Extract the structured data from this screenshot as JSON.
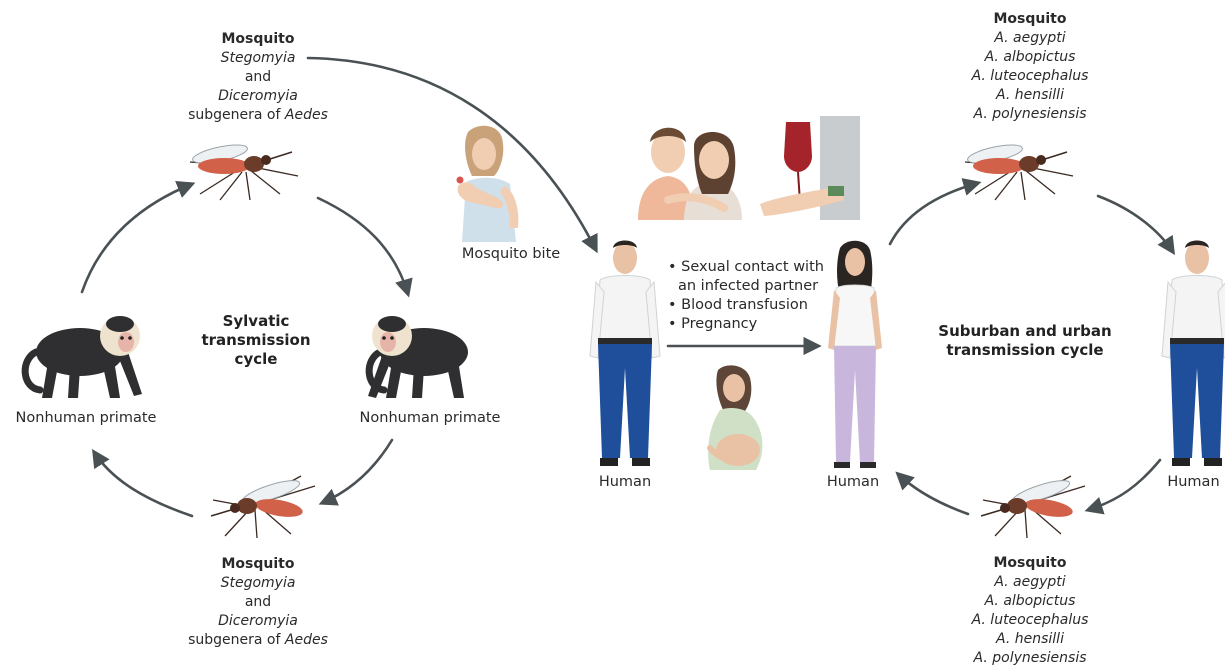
{
  "sylvatic": {
    "top_mosquito": {
      "title": "Mosquito",
      "line1": "Stegomyia",
      "line2": "and",
      "line3": "Diceromyia",
      "line4_prefix": "subgenera of ",
      "line4_genus": "Aedes"
    },
    "bottom_mosquito": {
      "title": "Mosquito",
      "line1": "Stegomyia",
      "line2": "and",
      "line3": "Diceromyia",
      "line4_prefix": "subgenera of ",
      "line4_genus": "Aedes"
    },
    "left_primate_label": "Nonhuman primate",
    "right_primate_label": "Nonhuman primate",
    "cycle_label": [
      "Sylvatic",
      "transmission",
      "cycle"
    ]
  },
  "mosquito_bite_label": "Mosquito bite",
  "human_transmission": {
    "human_man_label": "Human",
    "human_woman_label": "Human",
    "modes": [
      "• Sexual contact with",
      "an infected partner",
      "• Blood transfusion",
      "• Pregnancy"
    ]
  },
  "urban": {
    "top_mosquito": {
      "title": "Mosquito",
      "species": [
        "A. aegypti",
        "A. albopictus",
        "A. luteocephalus",
        "A. hensilli",
        "A. polynesiensis"
      ]
    },
    "bottom_mosquito": {
      "title": "Mosquito",
      "species": [
        "A. aegypti",
        "A. albopictus",
        "A. luteocephalus",
        "A. hensilli",
        "A. polynesiensis"
      ]
    },
    "right_human_label": "Human",
    "cycle_label": [
      "Suburban and urban",
      "transmission cycle"
    ]
  },
  "colors": {
    "arrow": "#4a5154",
    "primate_fur": "#2f2f31",
    "primate_face": "#efe3cf",
    "jeans_blue": "#1f4f9a",
    "woman_pants": "#c8b6dc",
    "mosquito_body": "#6b3c2a",
    "mosquito_abdomen": "#d2614a"
  }
}
